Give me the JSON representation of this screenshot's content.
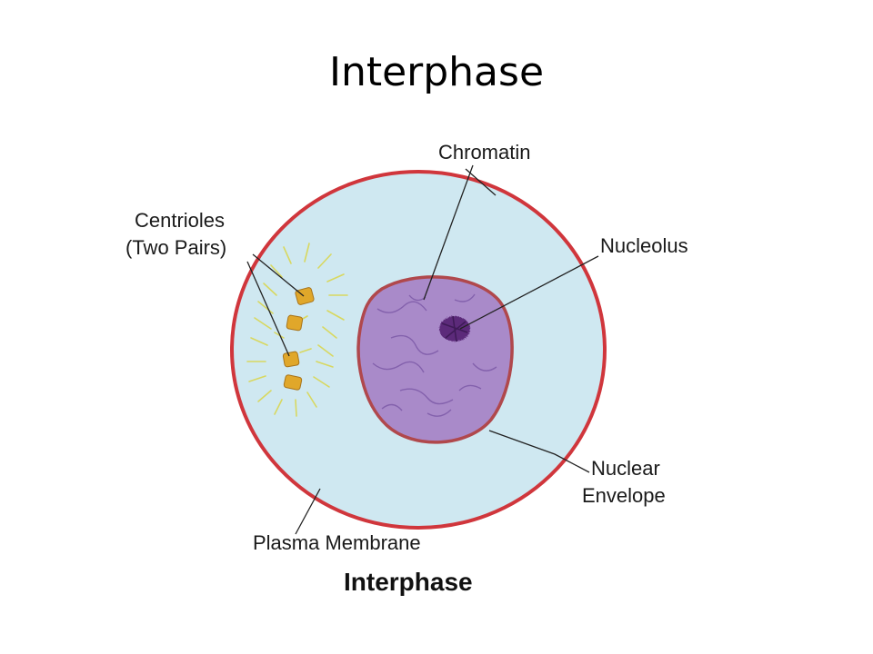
{
  "slide": {
    "title": "Interphase"
  },
  "diagram": {
    "caption": "Interphase",
    "labels": {
      "chromatin": "Chromatin",
      "centrioles_line1": "Centrioles",
      "centrioles_line2": "(Two Pairs)",
      "nucleolus": "Nucleolus",
      "nuclear_envelope_line1": "Nuclear",
      "nuclear_envelope_line2": "Envelope",
      "plasma_membrane": "Plasma Membrane"
    },
    "colors": {
      "cytoplasm": "#cfe8f1",
      "plasma_membrane": "#d0363c",
      "nucleus": "#a98ac9",
      "nuclear_envelope": "#b0484c",
      "nucleolus": "#5b2a7a",
      "centriole": "#e0a72a",
      "aster": "#d8d860"
    }
  }
}
